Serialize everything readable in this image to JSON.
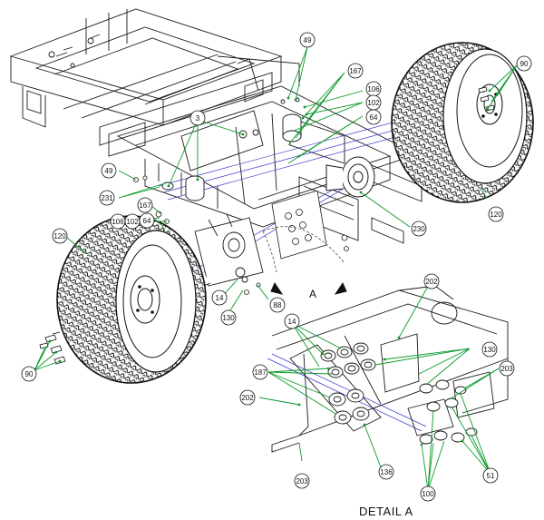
{
  "colors": {
    "leader": "#0a9a2a",
    "linework": "#1a1a1a",
    "hidden": "#3a3ad0",
    "background": "#ffffff"
  },
  "callouts": {
    "c49_top": "49",
    "c167_top": "167",
    "c106_right": "106",
    "c102_right": "102",
    "c64_right": "64",
    "c3": "3",
    "c49_left": "49",
    "c231": "231",
    "c167_left": "167",
    "c106_left": "106",
    "c102_left": "102",
    "c64_left": "64",
    "c230": "230",
    "c120_right": "120",
    "c90_right": "90",
    "c120_left": "120",
    "c14_main": "14",
    "c130_main": "130",
    "c88": "88",
    "c90_left": "90",
    "c202_top": "202",
    "c14_detail": "14",
    "c130_detail": "130",
    "c187": "187",
    "c203_right": "203",
    "c202_left": "202",
    "c136": "136",
    "c203_bottom": "203",
    "c100": "100",
    "c51": "51"
  },
  "view_letter": "A",
  "detail_label": "DETAIL A"
}
